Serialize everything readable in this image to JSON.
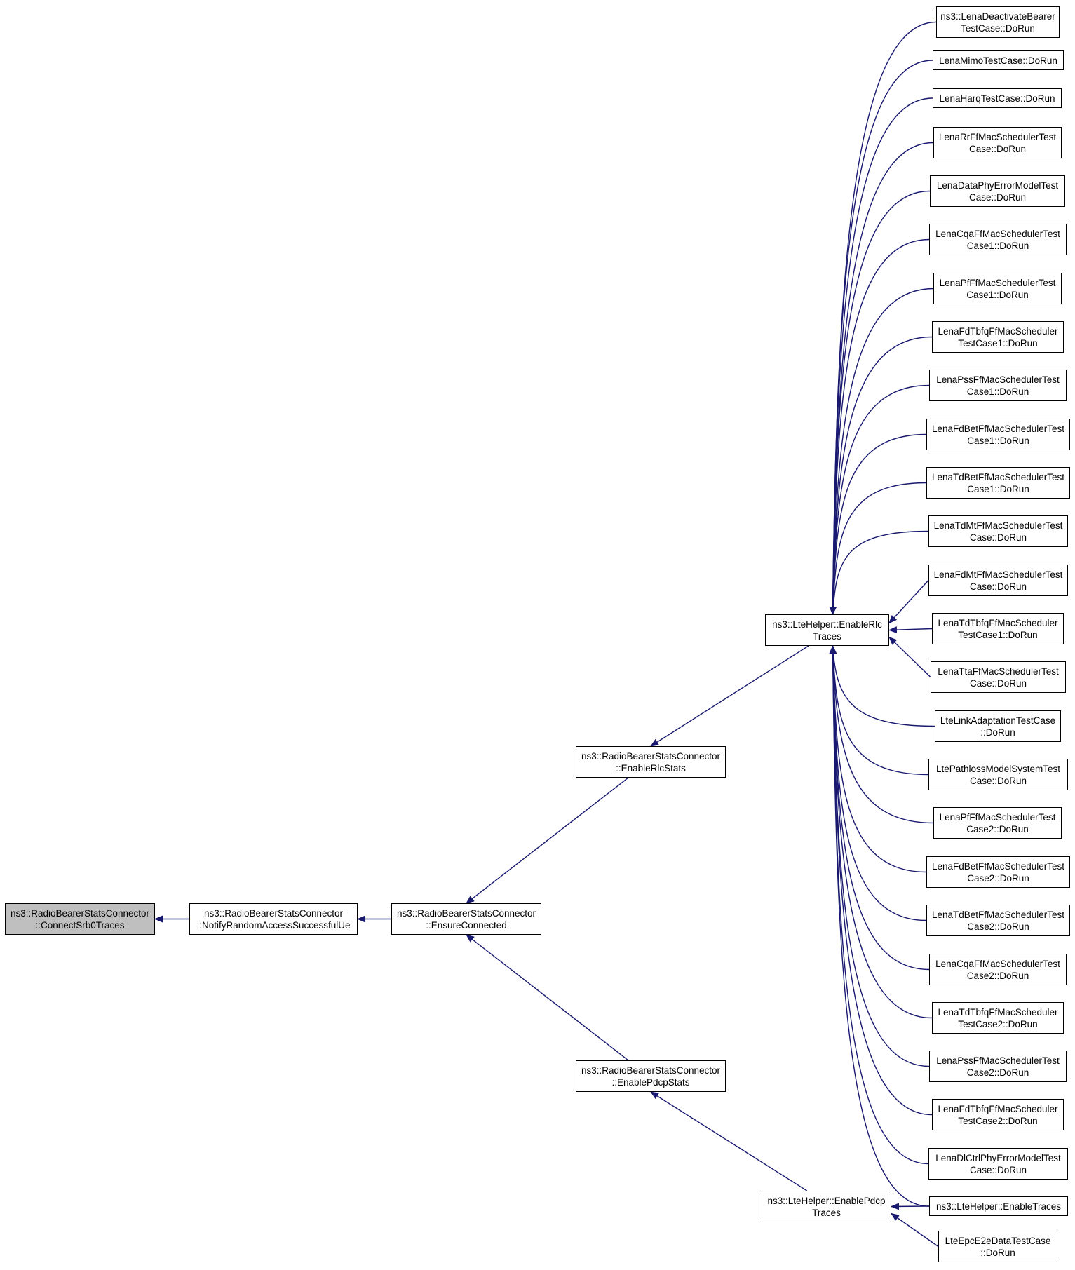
{
  "diagram": {
    "edge_color": "#191970",
    "nodes": [
      {
        "id": "connect_srb0",
        "lines": [
          "ns3::RadioBearerStatsConnector",
          "::ConnectSrb0Traces"
        ],
        "current": true
      },
      {
        "id": "notify_ra",
        "lines": [
          "ns3::RadioBearerStatsConnector",
          "::NotifyRandomAccessSuccessfulUe"
        ]
      },
      {
        "id": "ensure_connected",
        "lines": [
          "ns3::RadioBearerStatsConnector",
          "::EnsureConnected"
        ]
      },
      {
        "id": "enable_rlc_stats",
        "lines": [
          "ns3::RadioBearerStatsConnector",
          "::EnableRlcStats"
        ]
      },
      {
        "id": "enable_pdcp_stats",
        "lines": [
          "ns3::RadioBearerStatsConnector",
          "::EnablePdcpStats"
        ]
      },
      {
        "id": "enable_rlc_traces",
        "lines": [
          "ns3::LteHelper::EnableRlc",
          "Traces"
        ]
      },
      {
        "id": "enable_pdcp_traces",
        "lines": [
          "ns3::LteHelper::EnablePdcp",
          "Traces"
        ]
      },
      {
        "id": "t_deactivate",
        "lines": [
          "ns3::LenaDeactivateBearer",
          "TestCase::DoRun"
        ]
      },
      {
        "id": "t_mimo",
        "lines": [
          "LenaMimoTestCase::DoRun"
        ]
      },
      {
        "id": "t_harq",
        "lines": [
          "LenaHarqTestCase::DoRun"
        ]
      },
      {
        "id": "t_rr",
        "lines": [
          "LenaRrFfMacSchedulerTest",
          "Case::DoRun"
        ]
      },
      {
        "id": "t_dataphy",
        "lines": [
          "LenaDataPhyErrorModelTest",
          "Case::DoRun"
        ]
      },
      {
        "id": "t_cqa1",
        "lines": [
          "LenaCqaFfMacSchedulerTest",
          "Case1::DoRun"
        ]
      },
      {
        "id": "t_pf1",
        "lines": [
          "LenaPfFfMacSchedulerTest",
          "Case1::DoRun"
        ]
      },
      {
        "id": "t_fdtbfq1",
        "lines": [
          "LenaFdTbfqFfMacScheduler",
          "TestCase1::DoRun"
        ]
      },
      {
        "id": "t_pss1",
        "lines": [
          "LenaPssFfMacSchedulerTest",
          "Case1::DoRun"
        ]
      },
      {
        "id": "t_fdbet1",
        "lines": [
          "LenaFdBetFfMacSchedulerTest",
          "Case1::DoRun"
        ]
      },
      {
        "id": "t_tdbet1",
        "lines": [
          "LenaTdBetFfMacSchedulerTest",
          "Case1::DoRun"
        ]
      },
      {
        "id": "t_tdmt",
        "lines": [
          "LenaTdMtFfMacSchedulerTest",
          "Case::DoRun"
        ]
      },
      {
        "id": "t_fdmt",
        "lines": [
          "LenaFdMtFfMacSchedulerTest",
          "Case::DoRun"
        ]
      },
      {
        "id": "t_tdtbfq1",
        "lines": [
          "LenaTdTbfqFfMacScheduler",
          "TestCase1::DoRun"
        ]
      },
      {
        "id": "t_tta",
        "lines": [
          "LenaTtaFfMacSchedulerTest",
          "Case::DoRun"
        ]
      },
      {
        "id": "t_linkadapt",
        "lines": [
          "LteLinkAdaptationTestCase",
          "::DoRun"
        ]
      },
      {
        "id": "t_pathloss",
        "lines": [
          "LtePathlossModelSystemTest",
          "Case::DoRun"
        ]
      },
      {
        "id": "t_pf2",
        "lines": [
          "LenaPfFfMacSchedulerTest",
          "Case2::DoRun"
        ]
      },
      {
        "id": "t_fdbet2",
        "lines": [
          "LenaFdBetFfMacSchedulerTest",
          "Case2::DoRun"
        ]
      },
      {
        "id": "t_tdbet2",
        "lines": [
          "LenaTdBetFfMacSchedulerTest",
          "Case2::DoRun"
        ]
      },
      {
        "id": "t_cqa2",
        "lines": [
          "LenaCqaFfMacSchedulerTest",
          "Case2::DoRun"
        ]
      },
      {
        "id": "t_tdtbfq2",
        "lines": [
          "LenaTdTbfqFfMacScheduler",
          "TestCase2::DoRun"
        ]
      },
      {
        "id": "t_pss2",
        "lines": [
          "LenaPssFfMacSchedulerTest",
          "Case2::DoRun"
        ]
      },
      {
        "id": "t_fdtbfq2",
        "lines": [
          "LenaFdTbfqFfMacScheduler",
          "TestCase2::DoRun"
        ]
      },
      {
        "id": "t_dlctrl",
        "lines": [
          "LenaDlCtrlPhyErrorModelTest",
          "Case::DoRun"
        ]
      },
      {
        "id": "enable_traces",
        "lines": [
          "ns3::LteHelper::EnableTraces"
        ]
      },
      {
        "id": "t_epce2e",
        "lines": [
          "LteEpcE2eDataTestCase",
          "::DoRun"
        ]
      }
    ],
    "edges": [
      {
        "from": "notify_ra",
        "to": "connect_srb0"
      },
      {
        "from": "ensure_connected",
        "to": "notify_ra"
      },
      {
        "from": "enable_rlc_stats",
        "to": "ensure_connected"
      },
      {
        "from": "enable_pdcp_stats",
        "to": "ensure_connected"
      },
      {
        "from": "enable_rlc_traces",
        "to": "enable_rlc_stats"
      },
      {
        "from": "enable_pdcp_traces",
        "to": "enable_pdcp_stats"
      },
      {
        "from": "t_deactivate",
        "to": "enable_rlc_traces"
      },
      {
        "from": "t_mimo",
        "to": "enable_rlc_traces"
      },
      {
        "from": "t_harq",
        "to": "enable_rlc_traces"
      },
      {
        "from": "t_rr",
        "to": "enable_rlc_traces"
      },
      {
        "from": "t_dataphy",
        "to": "enable_rlc_traces"
      },
      {
        "from": "t_cqa1",
        "to": "enable_rlc_traces"
      },
      {
        "from": "t_pf1",
        "to": "enable_rlc_traces"
      },
      {
        "from": "t_fdtbfq1",
        "to": "enable_rlc_traces"
      },
      {
        "from": "t_pss1",
        "to": "enable_rlc_traces"
      },
      {
        "from": "t_fdbet1",
        "to": "enable_rlc_traces"
      },
      {
        "from": "t_tdbet1",
        "to": "enable_rlc_traces"
      },
      {
        "from": "t_tdmt",
        "to": "enable_rlc_traces"
      },
      {
        "from": "t_fdmt",
        "to": "enable_rlc_traces"
      },
      {
        "from": "t_tdtbfq1",
        "to": "enable_rlc_traces"
      },
      {
        "from": "t_tta",
        "to": "enable_rlc_traces"
      },
      {
        "from": "t_linkadapt",
        "to": "enable_rlc_traces"
      },
      {
        "from": "t_pathloss",
        "to": "enable_rlc_traces"
      },
      {
        "from": "t_pf2",
        "to": "enable_rlc_traces"
      },
      {
        "from": "t_fdbet2",
        "to": "enable_rlc_traces"
      },
      {
        "from": "t_tdbet2",
        "to": "enable_rlc_traces"
      },
      {
        "from": "t_cqa2",
        "to": "enable_rlc_traces"
      },
      {
        "from": "t_tdtbfq2",
        "to": "enable_rlc_traces"
      },
      {
        "from": "t_pss2",
        "to": "enable_rlc_traces"
      },
      {
        "from": "t_fdtbfq2",
        "to": "enable_rlc_traces"
      },
      {
        "from": "t_dlctrl",
        "to": "enable_rlc_traces"
      },
      {
        "from": "enable_traces",
        "to": "enable_rlc_traces"
      },
      {
        "from": "enable_traces",
        "to": "enable_pdcp_traces"
      },
      {
        "from": "t_epce2e",
        "to": "enable_pdcp_traces"
      }
    ]
  }
}
